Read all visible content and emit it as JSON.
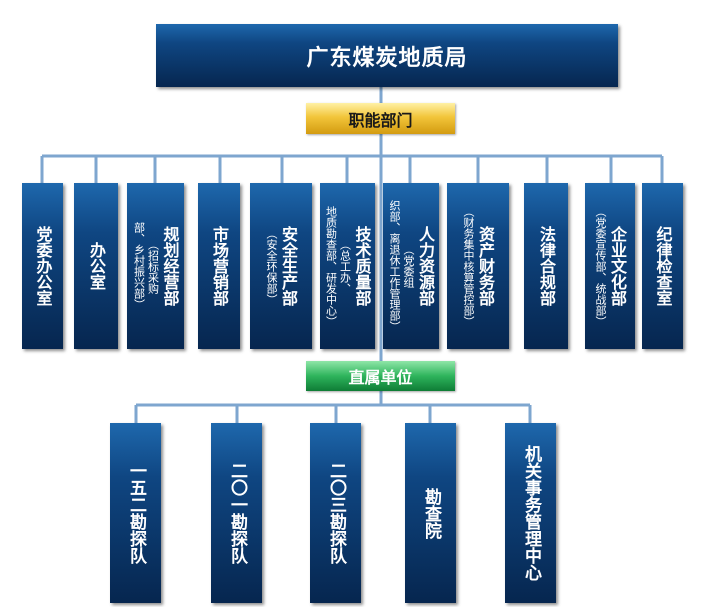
{
  "org": {
    "title": "广东煤炭地质局",
    "functional_label": "职能部门",
    "direct_label": "直属单位",
    "departments": [
      {
        "name": "党委办公室",
        "note": ""
      },
      {
        "name": "办公室",
        "note": ""
      },
      {
        "name": "规划经营部",
        "note_cols": [
          "（招标采购",
          "部、乡村振兴部）"
        ]
      },
      {
        "name": "市场营销部",
        "note": ""
      },
      {
        "name": "安全生产部",
        "note": "（安全环保部）"
      },
      {
        "name": "技术质量部",
        "note_cols": [
          "（总工办、",
          "地质勘查部、研发中心）"
        ]
      },
      {
        "name": "人力资源部",
        "note_cols": [
          "（党委组",
          "织部、离退休工作管理部）"
        ]
      },
      {
        "name": "资产财务部",
        "note": "（财务集中核算管控部）"
      },
      {
        "name": "法律合规部",
        "note": ""
      },
      {
        "name": "企业文化部",
        "note": "（党委宣传部、统战部）"
      },
      {
        "name": "纪律检查室",
        "note": ""
      }
    ],
    "units": [
      {
        "name": "一五二勘探队"
      },
      {
        "name": "二〇一勘探队"
      },
      {
        "name": "二〇三勘探队"
      },
      {
        "name": "勘查院"
      },
      {
        "name": "机关事务管理中心"
      }
    ]
  },
  "colors": {
    "box_dark": "#06264f",
    "box_light": "#1e68ad",
    "connector": "#7ea6cf",
    "functional_label": "#f2c53a",
    "direct_label": "#2eb45c"
  }
}
